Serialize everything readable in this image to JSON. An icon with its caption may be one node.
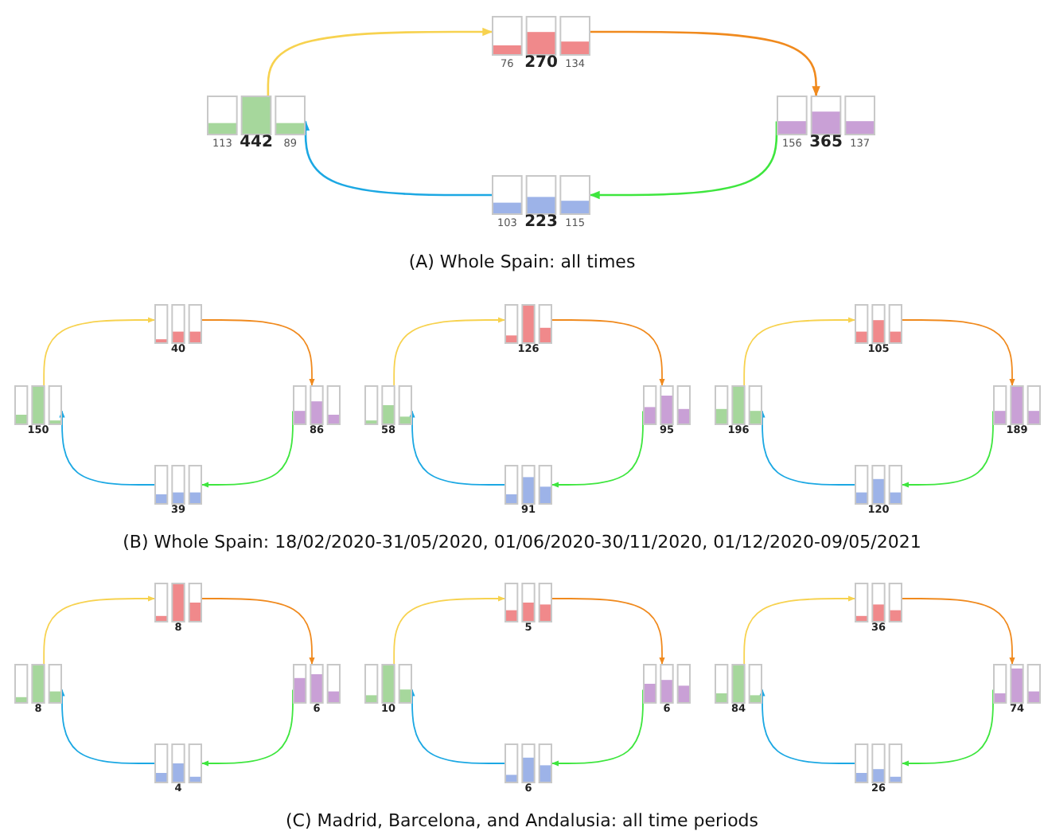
{
  "diagram": {
    "nodes": [
      {
        "text": [
          "76",
          "270",
          "134"
        ]
      },
      {
        "text": [
          "113",
          "442",
          "89"
        ]
      },
      {
        "text": [
          "156",
          "365",
          "137"
        ]
      },
      {
        "text": [
          "103",
          "223",
          "115"
        ]
      },
      {
        "text": [
          "40"
        ]
      },
      {
        "text": [
          "150"
        ]
      },
      {
        "text": [
          "86"
        ]
      },
      {
        "text": [
          "39"
        ]
      },
      {
        "text": [
          "126"
        ]
      },
      {
        "text": [
          "58"
        ]
      },
      {
        "text": [
          "95"
        ]
      },
      {
        "text": [
          "91"
        ]
      },
      {
        "text": [
          "105"
        ]
      },
      {
        "text": [
          "196"
        ]
      },
      {
        "text": [
          "189"
        ]
      },
      {
        "text": [
          "120"
        ]
      },
      {
        "text": [
          "8"
        ]
      },
      {
        "text": [
          "8"
        ]
      },
      {
        "text": [
          "6"
        ]
      },
      {
        "text": [
          "4"
        ]
      },
      {
        "text": [
          "5"
        ]
      },
      {
        "text": [
          "10"
        ]
      },
      {
        "text": [
          "6"
        ]
      },
      {
        "text": [
          "6"
        ]
      },
      {
        "text": [
          "36"
        ]
      },
      {
        "text": [
          "84"
        ]
      },
      {
        "text": [
          "74"
        ]
      },
      {
        "text": [
          "26"
        ]
      }
    ],
    "edges": [
      {
        "from": 1,
        "to": 0,
        "arrow": "to",
        "color": "#f7d24f"
      },
      {
        "from": 0,
        "to": 2,
        "arrow": "to",
        "color": "#f08a1e"
      },
      {
        "from": 2,
        "to": 3,
        "arrow": "to",
        "color": "#3ee63e"
      },
      {
        "from": 3,
        "to": 1,
        "arrow": "to",
        "color": "#1ca8e3"
      },
      {
        "from": 5,
        "to": 4,
        "arrow": "to",
        "color": "#f7d24f"
      },
      {
        "from": 4,
        "to": 6,
        "arrow": "to",
        "color": "#f08a1e"
      },
      {
        "from": 6,
        "to": 7,
        "arrow": "to",
        "color": "#3ee63e"
      },
      {
        "from": 7,
        "to": 5,
        "arrow": "to",
        "color": "#1ca8e3"
      },
      {
        "from": 9,
        "to": 8,
        "arrow": "to",
        "color": "#f7d24f"
      },
      {
        "from": 8,
        "to": 10,
        "arrow": "to",
        "color": "#f08a1e"
      },
      {
        "from": 10,
        "to": 11,
        "arrow": "to",
        "color": "#3ee63e"
      },
      {
        "from": 11,
        "to": 9,
        "arrow": "to",
        "color": "#1ca8e3"
      },
      {
        "from": 13,
        "to": 12,
        "arrow": "to",
        "color": "#f7d24f"
      },
      {
        "from": 12,
        "to": 14,
        "arrow": "to",
        "color": "#f08a1e"
      },
      {
        "from": 14,
        "to": 15,
        "arrow": "to",
        "color": "#3ee63e"
      },
      {
        "from": 15,
        "to": 13,
        "arrow": "to",
        "color": "#1ca8e3"
      },
      {
        "from": 17,
        "to": 16,
        "arrow": "to",
        "color": "#f7d24f"
      },
      {
        "from": 16,
        "to": 18,
        "arrow": "to",
        "color": "#f08a1e"
      },
      {
        "from": 18,
        "to": 19,
        "arrow": "to",
        "color": "#3ee63e"
      },
      {
        "from": 19,
        "to": 17,
        "arrow": "to",
        "color": "#1ca8e3"
      },
      {
        "from": 21,
        "to": 20,
        "arrow": "to",
        "color": "#f7d24f"
      },
      {
        "from": 20,
        "to": 22,
        "arrow": "to",
        "color": "#f08a1e"
      },
      {
        "from": 22,
        "to": 23,
        "arrow": "to",
        "color": "#3ee63e"
      },
      {
        "from": 23,
        "to": 21,
        "arrow": "to",
        "color": "#1ca8e3"
      },
      {
        "from": 25,
        "to": 24,
        "arrow": "to",
        "color": "#f7d24f"
      },
      {
        "from": 24,
        "to": 26,
        "arrow": "to",
        "color": "#f08a1e"
      },
      {
        "from": 26,
        "to": 27,
        "arrow": "to",
        "color": "#3ee63e"
      },
      {
        "from": 27,
        "to": 25,
        "arrow": "to",
        "color": "#1ca8e3"
      }
    ],
    "labels": [
      "(A) Whole Spain: all times",
      "(B) Whole Spain: 18/02/2020-31/05/2020, 01/06/2020-30/11/2020, 01/12/2020-09/05/2021",
      "(C) Madrid, Barcelona, and Andalusia: all time periods"
    ]
  }
}
